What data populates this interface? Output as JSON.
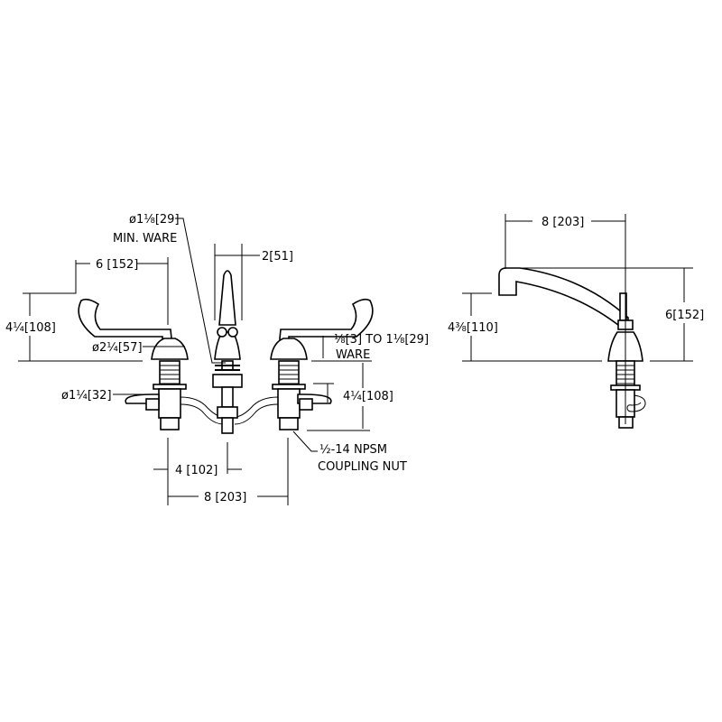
{
  "front_view": {
    "spout_hole": "ø1⅛[29]",
    "min_ware": "MIN. WARE",
    "spout_width": "2[51]",
    "handle_reach": "6 [152]",
    "handle_height": "4¼[108]",
    "escutcheon_dia": "ø2¼[57]",
    "ware_range": "⅛[3] TO 1⅛[29]",
    "ware_label": "WARE",
    "shank_dia": "ø1¼[32]",
    "shank_length": "4¼[108]",
    "coupling_thread": "½-14 NPSM",
    "coupling_label": "COUPLING NUT",
    "center_to_spout": "4 [102]",
    "center_to_center": "8 [203]"
  },
  "side_view": {
    "spout_reach": "8 [203]",
    "spout_height": "6[152]",
    "spout_clearance": "4⅜[110]"
  }
}
